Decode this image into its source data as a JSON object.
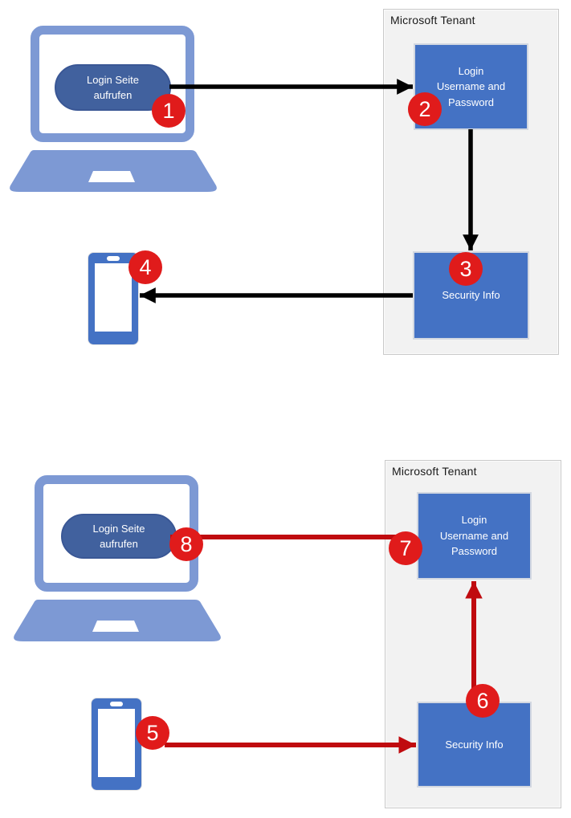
{
  "colors": {
    "laptop_blue": "#7D99D4",
    "device_blue": "#4472C4",
    "pill_blue": "#41619E",
    "pill_border": "#3A5795",
    "box_blue": "#4472C4",
    "box_border": "#D3D8E1",
    "tenant_bg": "#F2F2F2",
    "tenant_border": "#C9C9C9",
    "badge_red": "#E01B1B",
    "arrow_red": "#C00B0F",
    "arrow_black": "#000000"
  },
  "flows": [
    {
      "id": "top-black-flow",
      "tenant_label": "Microsoft Tenant",
      "pill": {
        "line1": "Login Seite",
        "line2": "aufrufen"
      },
      "login_box": {
        "line1": "Login",
        "line2": "Username and",
        "line3": "Password"
      },
      "security_box": {
        "label": "Security Info"
      },
      "badges": {
        "laptop": "1",
        "login": "2",
        "security": "3",
        "phone": "4"
      }
    },
    {
      "id": "bottom-red-flow",
      "tenant_label": "Microsoft Tenant",
      "pill": {
        "line1": "Login Seite",
        "line2": "aufrufen"
      },
      "login_box": {
        "line1": "Login",
        "line2": "Username and",
        "line3": "Password"
      },
      "security_box": {
        "label": "Security Info"
      },
      "badges": {
        "phone": "5",
        "security": "6",
        "login": "7",
        "laptop": "8"
      }
    }
  ]
}
